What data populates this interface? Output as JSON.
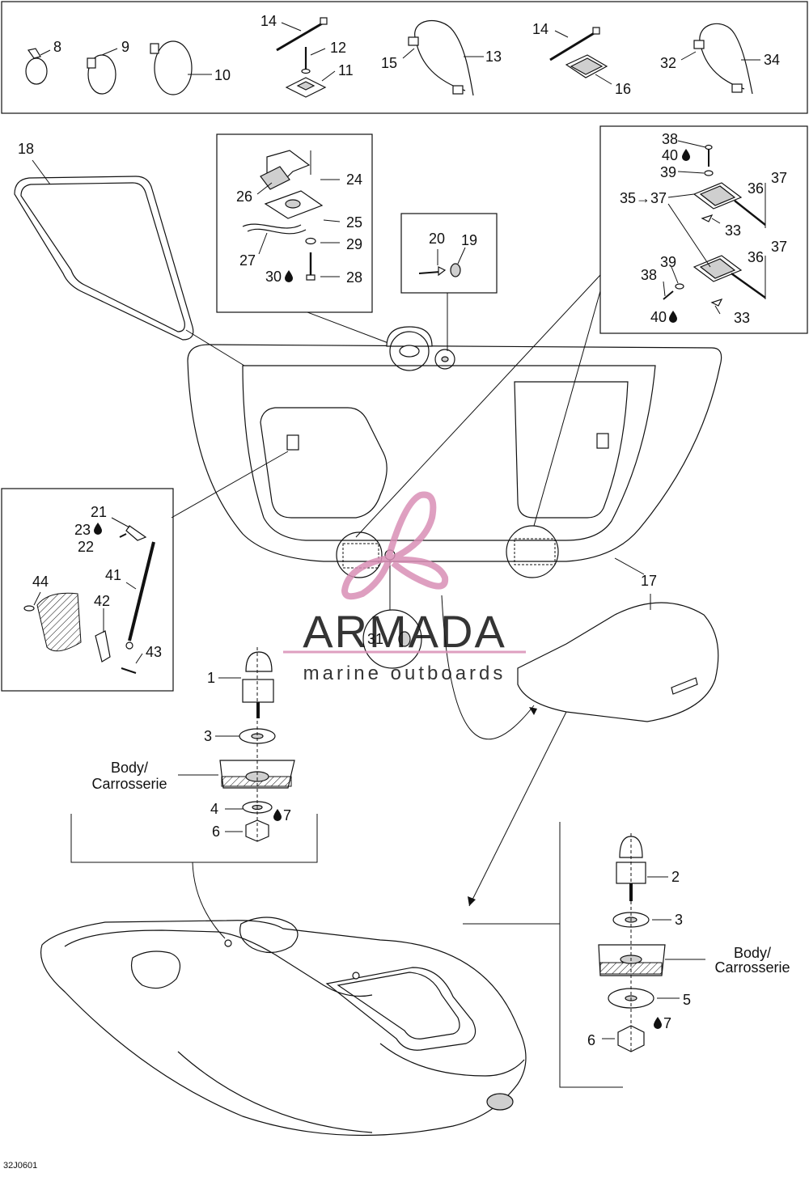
{
  "callouts": [
    {
      "id": "c8",
      "text": "8"
    },
    {
      "id": "c9",
      "text": "9"
    },
    {
      "id": "c10",
      "text": "10"
    },
    {
      "id": "c14a",
      "text": "14"
    },
    {
      "id": "c12",
      "text": "12"
    },
    {
      "id": "c11",
      "text": "11"
    },
    {
      "id": "c15",
      "text": "15"
    },
    {
      "id": "c13",
      "text": "13"
    },
    {
      "id": "c14b",
      "text": "14"
    },
    {
      "id": "c16",
      "text": "16"
    },
    {
      "id": "c32",
      "text": "32"
    },
    {
      "id": "c34",
      "text": "34"
    },
    {
      "id": "c18",
      "text": "18"
    },
    {
      "id": "c26",
      "text": "26"
    },
    {
      "id": "c24",
      "text": "24"
    },
    {
      "id": "c25",
      "text": "25"
    },
    {
      "id": "c27",
      "text": "27"
    },
    {
      "id": "c29",
      "text": "29"
    },
    {
      "id": "c30",
      "text": "30"
    },
    {
      "id": "c28",
      "text": "28"
    },
    {
      "id": "c20",
      "text": "20"
    },
    {
      "id": "c19",
      "text": "19"
    },
    {
      "id": "c38a",
      "text": "38"
    },
    {
      "id": "c40a",
      "text": "40"
    },
    {
      "id": "c39a",
      "text": "39"
    },
    {
      "id": "c3537",
      "text": "35→37"
    },
    {
      "id": "c36a",
      "text": "36"
    },
    {
      "id": "c37a",
      "text": "37"
    },
    {
      "id": "c33a",
      "text": "33"
    },
    {
      "id": "c39b",
      "text": "39"
    },
    {
      "id": "c38b",
      "text": "38"
    },
    {
      "id": "c37b",
      "text": "37"
    },
    {
      "id": "c36b",
      "text": "36"
    },
    {
      "id": "c40b",
      "text": "40"
    },
    {
      "id": "c33b",
      "text": "33"
    },
    {
      "id": "c21",
      "text": "21"
    },
    {
      "id": "c23",
      "text": "23"
    },
    {
      "id": "c22",
      "text": "22"
    },
    {
      "id": "c44",
      "text": "44"
    },
    {
      "id": "c41",
      "text": "41"
    },
    {
      "id": "c42",
      "text": "42"
    },
    {
      "id": "c43",
      "text": "43"
    },
    {
      "id": "c17",
      "text": "17"
    },
    {
      "id": "c31",
      "text": "31"
    },
    {
      "id": "c1",
      "text": "1"
    },
    {
      "id": "c3a",
      "text": "3"
    },
    {
      "id": "c4",
      "text": "4"
    },
    {
      "id": "c7a",
      "text": "7"
    },
    {
      "id": "c6a",
      "text": "6"
    },
    {
      "id": "c2",
      "text": "2"
    },
    {
      "id": "c3b",
      "text": "3"
    },
    {
      "id": "c5",
      "text": "5"
    },
    {
      "id": "c7b",
      "text": "7"
    },
    {
      "id": "c6b",
      "text": "6"
    }
  ],
  "body_label_left": {
    "line1": "Body/",
    "line2": "Carrosserie"
  },
  "body_label_right": {
    "line1": "Body/",
    "line2": "Carrosserie"
  },
  "watermark": {
    "brand": "ARMADA",
    "subtitle": "marine outboards",
    "color": "#d98fb6"
  },
  "figure_code": "32J0601"
}
